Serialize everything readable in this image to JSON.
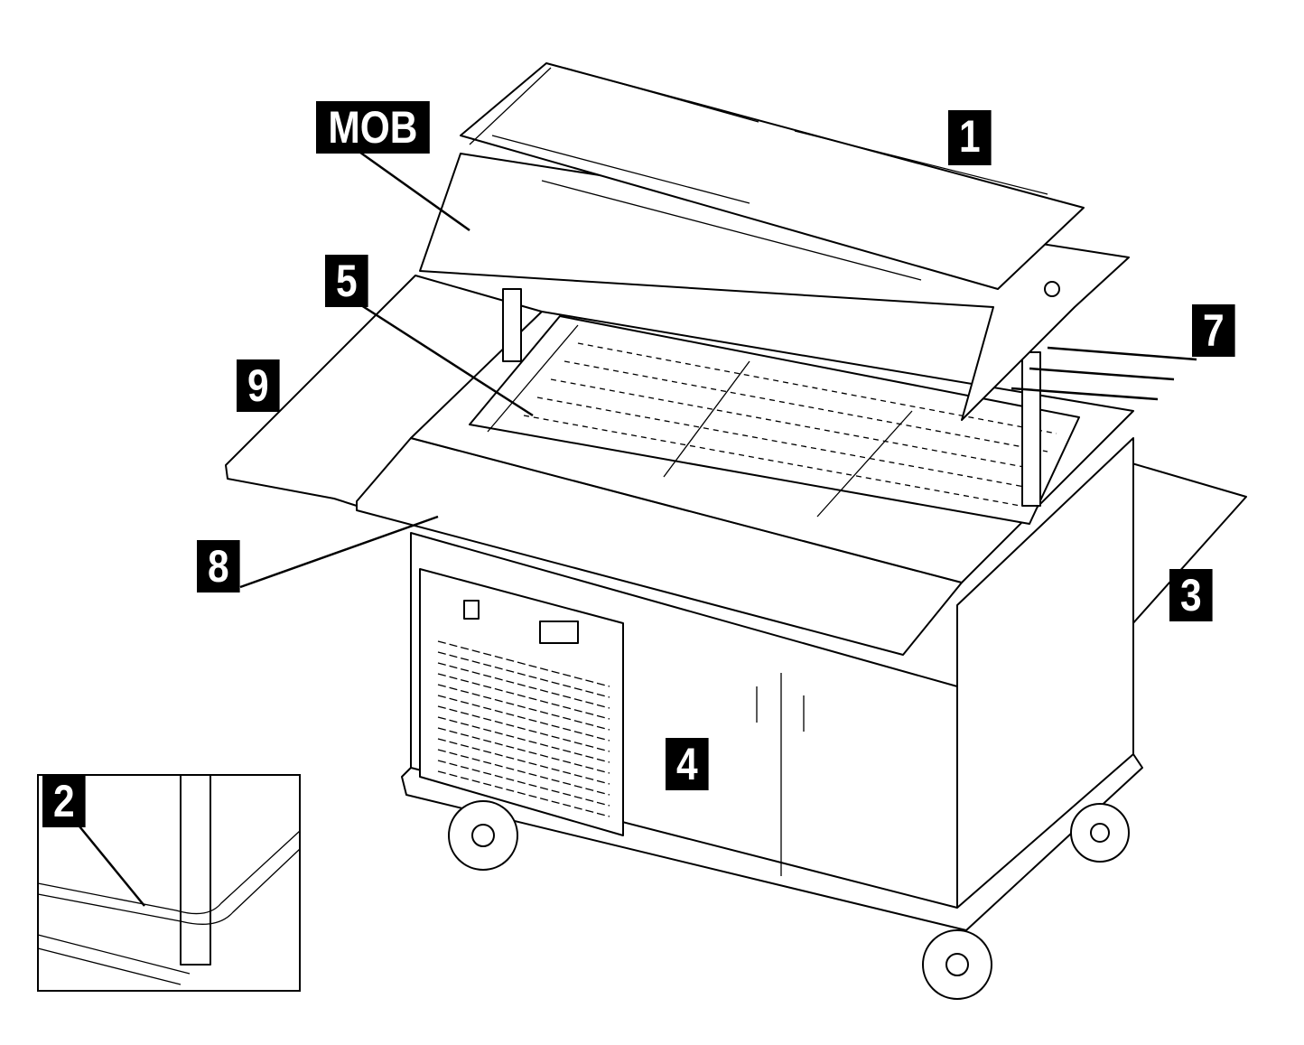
{
  "labels": {
    "mob": "MOB",
    "l1": "1",
    "l2": "2",
    "l3": "3",
    "l4": "4",
    "l5": "5",
    "l7": "7",
    "l8": "8",
    "l9": "9"
  }
}
